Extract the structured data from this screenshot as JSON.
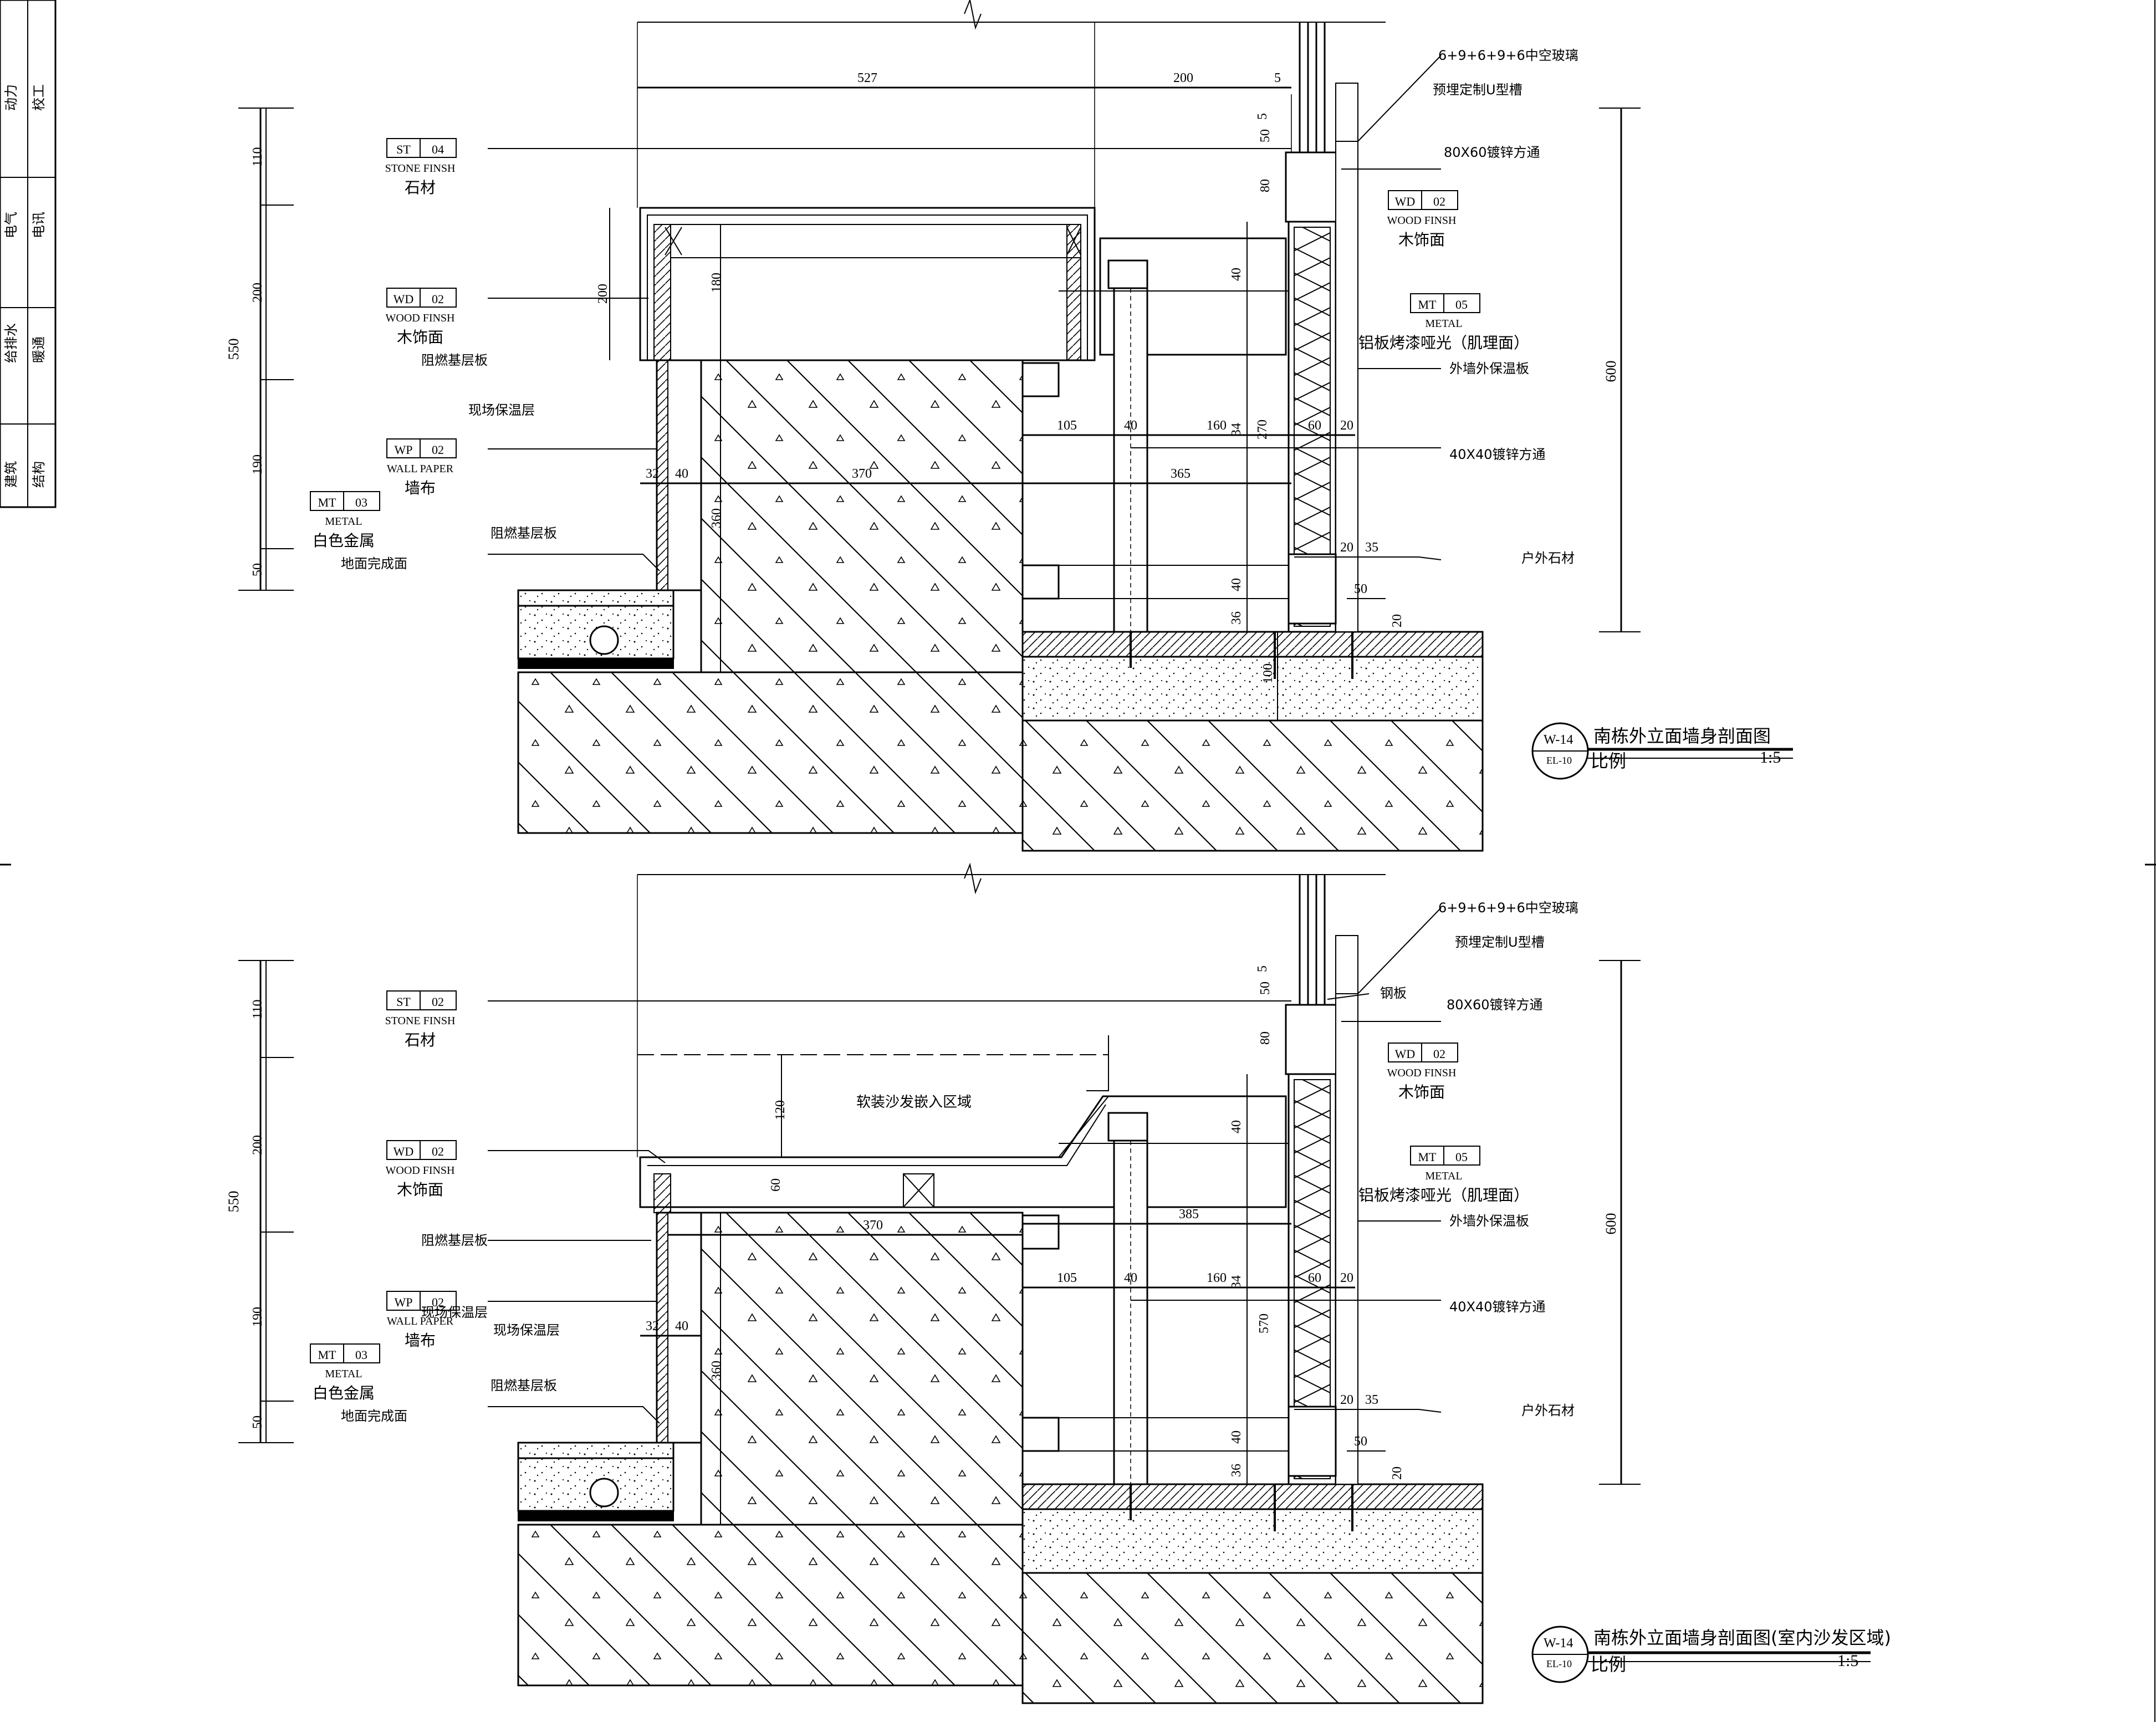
{
  "sidebar": {
    "disciplines": [
      "动力",
      "校工",
      "电气",
      "电讯",
      "给排水",
      "暖通",
      "建筑",
      "结构"
    ]
  },
  "top_section": {
    "title": "南栋外立面墙身剖面图",
    "detail_no": "W-14",
    "sheet_ref": "EL-10",
    "scale_label": "比例",
    "scale_value": "1:5",
    "overall_dims": [
      "550",
      "600"
    ],
    "row_dims": [
      "110",
      "200",
      "190",
      "50"
    ],
    "horizontal_dims": [
      "527",
      "200",
      "5",
      "32",
      "40",
      "370",
      "365",
      "105",
      "40",
      "160",
      "60",
      "20",
      "20",
      "35",
      "50"
    ],
    "vertical_dims": [
      "5",
      "50",
      "80",
      "200",
      "180",
      "40",
      "34",
      "270",
      "40",
      "36",
      "100",
      "360",
      "20"
    ],
    "tags": [
      {
        "code": "ST",
        "num": "04",
        "en": "STONE FINSH",
        "cn": "石材"
      },
      {
        "code": "WD",
        "num": "02",
        "en": "WOOD FINSH",
        "cn": "木饰面"
      },
      {
        "code": "WP",
        "num": "02",
        "en": "WALL PAPER",
        "cn": "墙布"
      },
      {
        "code": "MT",
        "num": "03",
        "en": "METAL",
        "cn": "白色金属"
      },
      {
        "code": "WD",
        "num": "02",
        "en": "WOOD FINSH",
        "cn": "木饰面"
      },
      {
        "code": "MT",
        "num": "05",
        "en": "METAL",
        "cn": "铝板烤漆哑光（肌理面）"
      }
    ],
    "notes_left": [
      "阻燃基层板",
      "现场保温层",
      "阻燃基层板",
      "地面完成面"
    ],
    "notes_right": [
      "6+9+6+9+6中空玻璃",
      "预埋定制U型槽",
      "80X60镀锌方通",
      "外墙外保温板",
      "40X40镀锌方通",
      "户外石材"
    ]
  },
  "bottom_section": {
    "title": "南栋外立面墙身剖面图(室内沙发区域)",
    "detail_no": "W-14",
    "sheet_ref": "EL-10",
    "scale_label": "比例",
    "scale_value": "1:5",
    "zone_label": "软装沙发嵌入区域",
    "overall_dims": [
      "550",
      "600"
    ],
    "row_dims": [
      "110",
      "200",
      "190",
      "50"
    ],
    "horizontal_dims": [
      "370",
      "385",
      "105",
      "40",
      "160",
      "60",
      "20",
      "32",
      "40",
      "20",
      "35",
      "50"
    ],
    "vertical_dims": [
      "5",
      "50",
      "80",
      "120",
      "60",
      "40",
      "34",
      "570",
      "40",
      "36",
      "360",
      "20"
    ],
    "tags": [
      {
        "code": "ST",
        "num": "02",
        "en": "STONE FINSH",
        "cn": "石材"
      },
      {
        "code": "WD",
        "num": "02",
        "en": "WOOD FINSH",
        "cn": "木饰面"
      },
      {
        "code": "WP",
        "num": "02",
        "en": "WALL PAPER",
        "cn": "墙布"
      },
      {
        "code": "MT",
        "num": "03",
        "en": "METAL",
        "cn": "白色金属"
      },
      {
        "code": "WD",
        "num": "02",
        "en": "WOOD FINSH",
        "cn": "木饰面"
      },
      {
        "code": "MT",
        "num": "05",
        "en": "METAL",
        "cn": "铝板烤漆哑光（肌理面）"
      }
    ],
    "notes_left": [
      "阻燃基层板",
      "现场保温层",
      "现场保温层",
      "阻燃基层板",
      "地面完成面"
    ],
    "notes_right": [
      "6+9+6+9+6中空玻璃",
      "预埋定制U型槽",
      "钢板",
      "80X60镀锌方通",
      "外墙外保温板",
      "40X40镀锌方通",
      "户外石材"
    ]
  }
}
